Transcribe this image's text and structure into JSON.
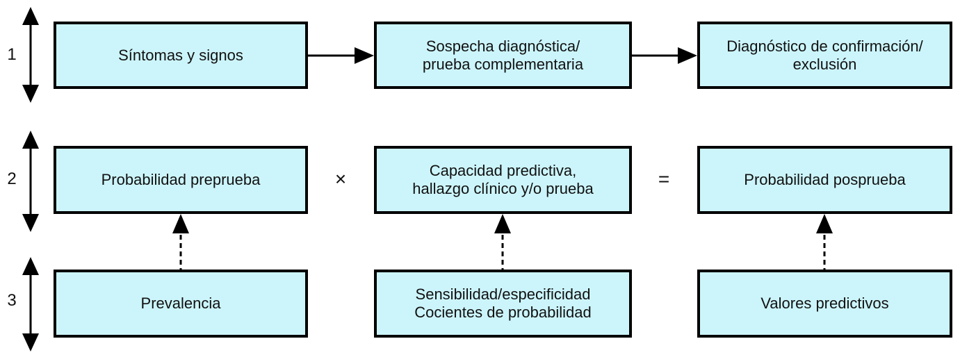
{
  "colors": {
    "box_fill": "#ccf5fb",
    "line_color": "#000000",
    "text_color": "#111111",
    "background": "#ffffff"
  },
  "levels": [
    {
      "number": "1"
    },
    {
      "number": "2"
    },
    {
      "number": "3"
    }
  ],
  "boxes": {
    "sintomas": {
      "lines": [
        "Síntomas y signos"
      ]
    },
    "sospecha": {
      "lines": [
        "Sospecha diagnóstica/",
        "prueba complementaria"
      ]
    },
    "diagnostico": {
      "lines": [
        "Diagnóstico de confirmación/",
        "exclusión"
      ]
    },
    "preprueba": {
      "lines": [
        "Probabilidad preprueba"
      ]
    },
    "capacidad": {
      "lines": [
        "Capacidad predictiva,",
        "hallazgo clínico y/o prueba"
      ]
    },
    "posprueba": {
      "lines": [
        "Probabilidad posprueba"
      ]
    },
    "prevalencia": {
      "lines": [
        "Prevalencia"
      ]
    },
    "sensibilidad": {
      "lines": [
        "Sensibilidad/especificidad",
        "Cocientes de probabilidad"
      ]
    },
    "valores": {
      "lines": [
        "Valores predictivos"
      ]
    }
  },
  "operators": {
    "multiply": "×",
    "equals": "="
  }
}
